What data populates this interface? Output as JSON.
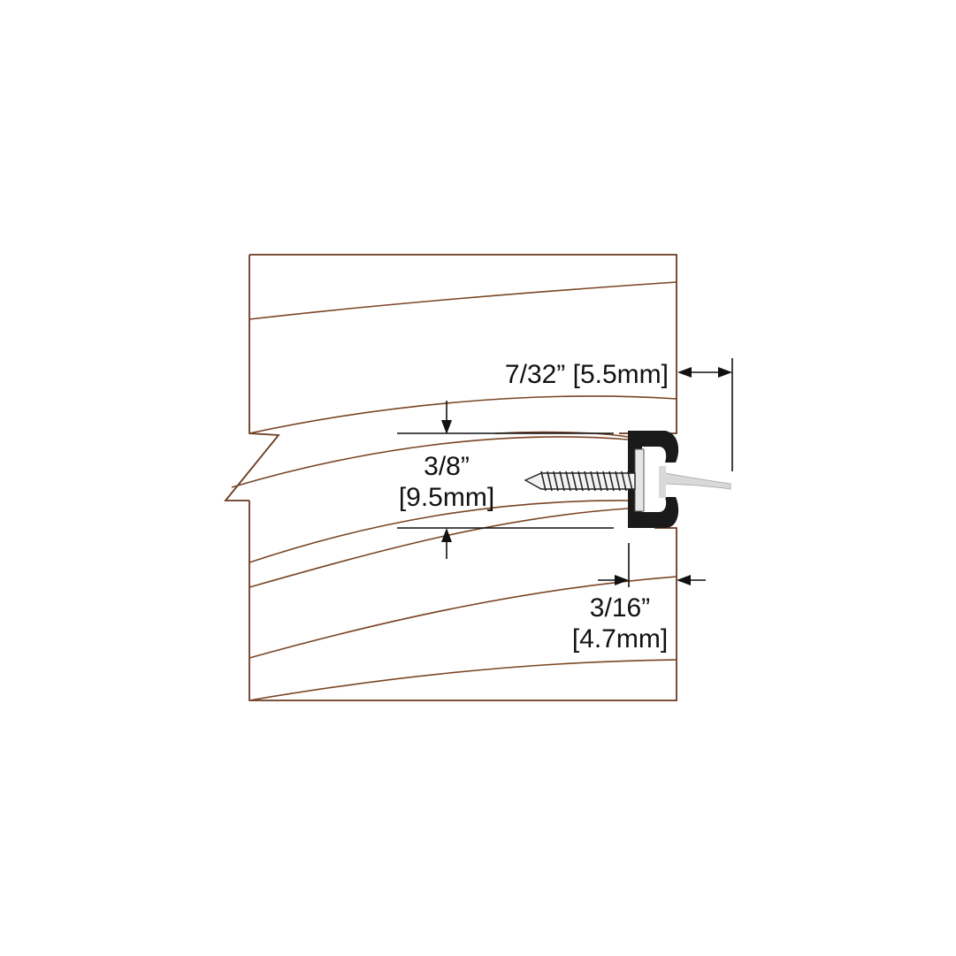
{
  "colors": {
    "wood_outline": "#6b3a1f",
    "grain": "#7a4524",
    "dimension": "#111111",
    "extrusion": "#1a1a1a",
    "fin": "#d9d9d9",
    "screw_head": "#e6e6e6"
  },
  "dimensions": {
    "gap_width": "7/32” [5.5mm]",
    "channel_height_imperial": "3/8”",
    "channel_height_metric": "[9.5mm]",
    "setback_imperial": "3/16”",
    "setback_metric": "[4.7mm]"
  }
}
